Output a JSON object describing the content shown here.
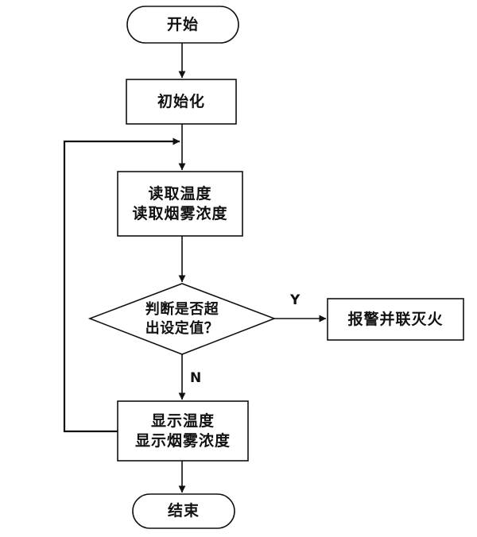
{
  "diagram": {
    "type": "flowchart",
    "title": "",
    "background_color": "#ffffff",
    "line_color": "#111111",
    "text_color": "#111111",
    "nodes": [
      {
        "id": "start",
        "shape": "terminator",
        "lines": [
          "开始"
        ]
      },
      {
        "id": "init",
        "shape": "process",
        "lines": [
          "初始化"
        ]
      },
      {
        "id": "read",
        "shape": "process",
        "lines": [
          "读取温度",
          "读取烟雾浓度"
        ]
      },
      {
        "id": "decision",
        "shape": "decision",
        "lines": [
          "判断是否超",
          "出设定值？"
        ]
      },
      {
        "id": "alarm",
        "shape": "process",
        "lines": [
          "报警并联灭火"
        ]
      },
      {
        "id": "display",
        "shape": "process",
        "lines": [
          "显示温度",
          "显示烟雾浓度"
        ]
      },
      {
        "id": "end",
        "shape": "terminator",
        "lines": [
          "结束"
        ]
      }
    ],
    "branch_labels": {
      "yes": "Y",
      "no": "N"
    }
  }
}
